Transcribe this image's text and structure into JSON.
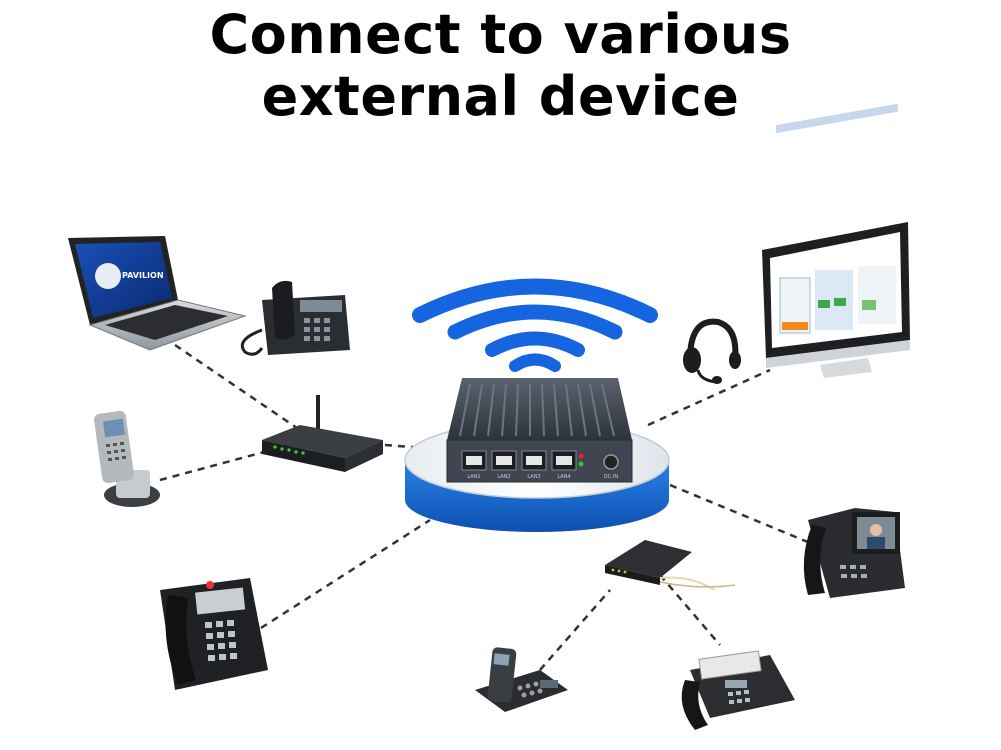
{
  "title": {
    "line1": "Connect to various",
    "line2": "external device"
  },
  "hub": {
    "ports": [
      "LAN1",
      "LAN2",
      "LAN3",
      "LAN4"
    ],
    "power_label": "DC-IN"
  },
  "laptop_logo_text": "PAVILION",
  "devices": [
    "laptop-icon",
    "desk-phone-icon",
    "wifi-router-icon",
    "cordless-phone-icon",
    "ip-desk-phone-icon",
    "cordless-base-phone-icon",
    "fax-machine-icon",
    "video-phone-icon",
    "modem-icon",
    "headset-icon",
    "desktop-monitor-icon"
  ],
  "colors": {
    "wifi_blue": "#1565e0",
    "platform_blue": "#1a6fd6",
    "hub_body": "#3f4652",
    "link_line": "#333333"
  }
}
